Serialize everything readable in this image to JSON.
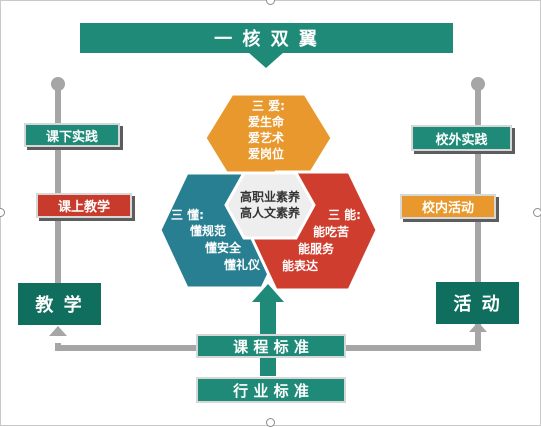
{
  "title": "一 核 双 翼",
  "core": {
    "line1": "高职业素养",
    "line2": "高人文素养"
  },
  "hexagons": {
    "top": {
      "head": "三 爱:",
      "items": [
        "爱生命",
        "爱艺术",
        "爱岗位"
      ],
      "color": "#e8982c"
    },
    "left": {
      "head": "三 懂:",
      "items": [
        "懂规范",
        "懂安全",
        "懂礼仪"
      ],
      "color": "#277f91"
    },
    "right": {
      "head": "三 能:",
      "items": [
        "能吃苦",
        "能服务",
        "能表达"
      ],
      "color": "#cf3d2e"
    }
  },
  "left_wing": {
    "practice": "课下实践",
    "teaching": "课上教学",
    "base": "教 学"
  },
  "right_wing": {
    "practice": "校外实践",
    "activity": "校内活动",
    "base": "活 动"
  },
  "standards": {
    "course": "课 程 标 准",
    "industry": "行 业 标 准"
  },
  "colors": {
    "teal": "#1f8a78",
    "teal_dark": "#0f6e5e",
    "red": "#c83a2c",
    "orange": "#e8982c",
    "blue": "#277f91",
    "gray": "#a6a6a6"
  }
}
